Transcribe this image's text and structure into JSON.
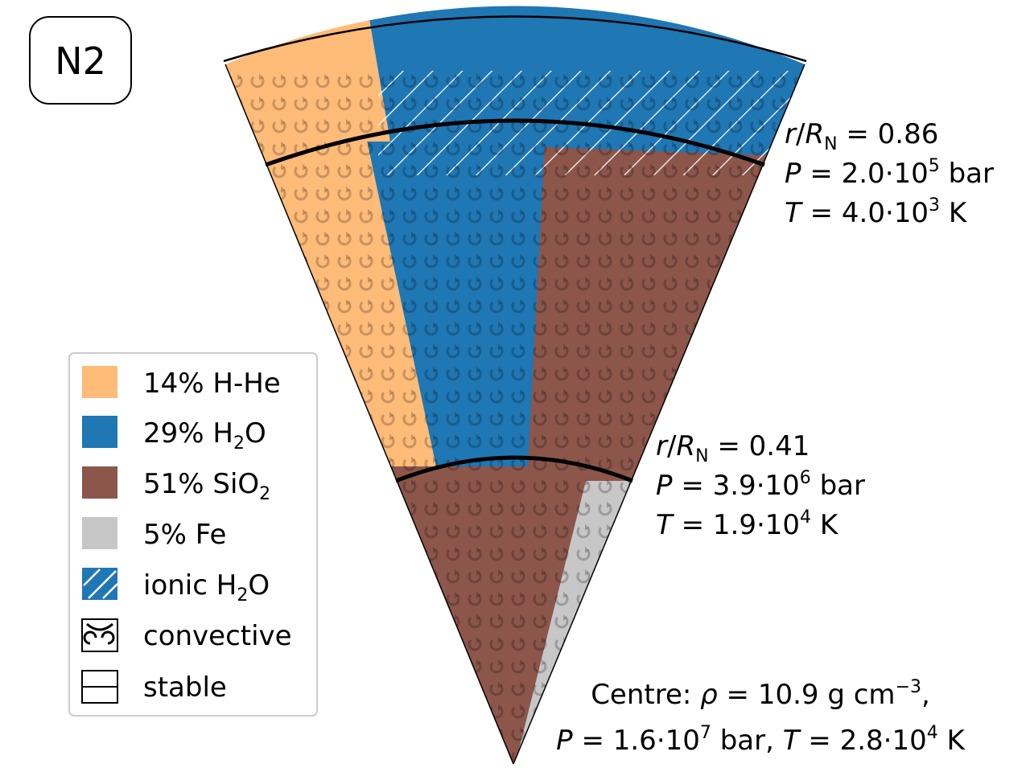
{
  "badge": "N2",
  "legend": {
    "hhe": "14% H-He",
    "h2o_pre": "29% H",
    "h2o_sub": "2",
    "h2o_post": "O",
    "sio2_pre": "51% SiO",
    "sio2_sub": "2",
    "fe": "5% Fe",
    "ionic_pre": "ionic H",
    "ionic_sub": "2",
    "ionic_post": "O",
    "convective": "convective",
    "stable": "stable"
  },
  "boundaries": {
    "outer": {
      "r_sym": "r",
      "r_slash": "/",
      "r_R": "R",
      "r_sub": "N",
      "r_eq": " = 0.86",
      "p_sym": "P",
      "p_eq": " = 2.0·10",
      "p_exp": "5",
      "p_unit": " bar",
      "t_sym": "T",
      "t_eq": " = 4.0·10",
      "t_exp": "3",
      "t_unit": " K"
    },
    "inner": {
      "r_sym": "r",
      "r_slash": "/",
      "r_R": "R",
      "r_sub": "N",
      "r_eq": " = 0.41",
      "p_sym": "P",
      "p_eq": " = 3.9·10",
      "p_exp": "6",
      "p_unit": " bar",
      "t_sym": "T",
      "t_eq": " = 1.9·10",
      "t_exp": "4",
      "t_unit": " K"
    },
    "centre": {
      "prefix": "Centre: ",
      "rho_sym": "ρ",
      "rho_eq": " = 10.9 g cm",
      "rho_exp": "−3",
      "rho_end": ",",
      "p_sym": "P",
      "p_eq": " = 1.6·10",
      "p_exp": "7",
      "p_mid": " bar, ",
      "t_sym": "T",
      "t_eq": " = 2.8·10",
      "t_exp": "4",
      "t_unit": " K"
    }
  },
  "colors": {
    "hhe": "#ffbb78",
    "h2o": "#1f77b4",
    "sio2": "#8c564b",
    "fe": "#c7c7c7",
    "ionic_hatch": "#ffffff",
    "boundary": "#000000"
  },
  "icons": {
    "convective": "convection-swirl-icon",
    "stable": "stable-layers-icon"
  }
}
